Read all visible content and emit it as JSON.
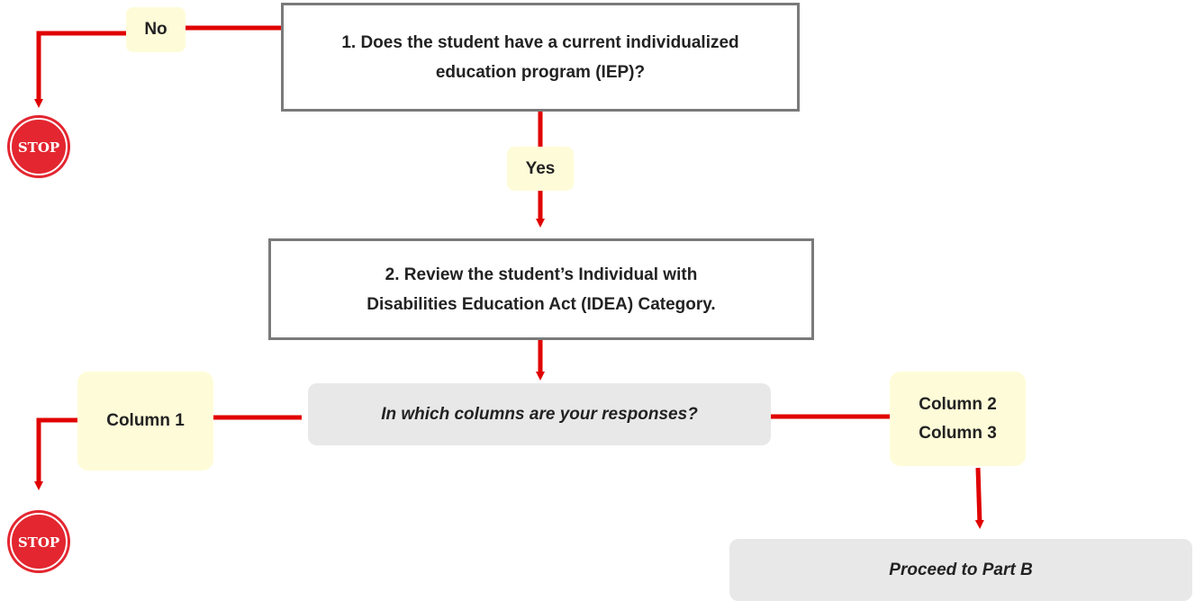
{
  "colors": {
    "connector": "#e00000",
    "tag_bg": "#fefcd8",
    "box_border": "#7a7a7a",
    "grey_bg": "#e8e8e8",
    "stop_red": "#e32630"
  },
  "question1": {
    "line1": "1. Does the student have a current individualized",
    "line2": "education program (IEP)?"
  },
  "no_tag": "No",
  "yes_tag": "Yes",
  "question2": {
    "line1": "2. Review the student’s Individual with",
    "line2": "Disabilities Education Act (IDEA) Category."
  },
  "column_question": "In which columns are your responses?",
  "column1_tag": "Column 1",
  "column23_tag": {
    "line1": "Column 2",
    "line2": "Column 3"
  },
  "proceed": "Proceed to Part B",
  "stop_sign": {
    "text": "STOP",
    "icon": "stop-sign-icon"
  }
}
